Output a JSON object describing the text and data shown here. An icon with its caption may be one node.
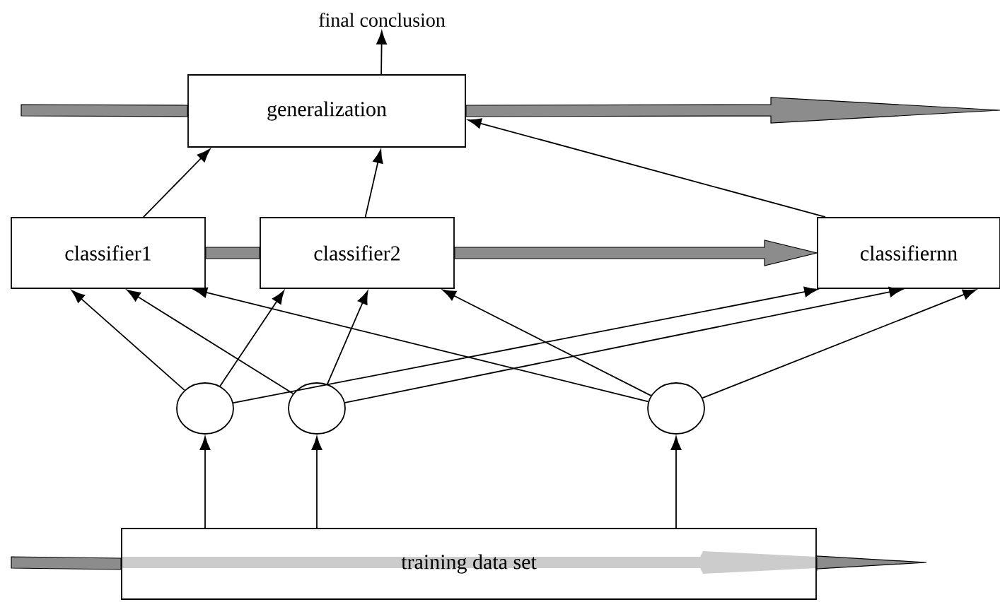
{
  "diagram": {
    "nodes": [
      {
        "text": [
          "generalization"
        ]
      },
      {
        "text": [
          "classifier1"
        ]
      },
      {
        "text": [
          "classifier2"
        ]
      },
      {
        "text": [
          "classifiernn"
        ]
      },
      {
        "text": [],
        "shape": "circle"
      },
      {
        "text": [],
        "shape": "circle"
      },
      {
        "text": [],
        "shape": "circle"
      },
      {
        "text": [
          "training data set"
        ]
      },
      {
        "text": [
          "final conclusion"
        ]
      }
    ],
    "edges": [
      {
        "from": 0,
        "to": 8,
        "arrow": "to"
      },
      {
        "from": 1,
        "to": 0,
        "arrow": "to"
      },
      {
        "from": 2,
        "to": 0,
        "arrow": "to"
      },
      {
        "from": 3,
        "to": 0,
        "arrow": "to"
      },
      {
        "from": 1,
        "to": 2,
        "arrow": "none",
        "style": "thick"
      },
      {
        "from": 2,
        "to": 3,
        "arrow": "to",
        "style": "thick"
      },
      {
        "from": 4,
        "to": 1,
        "arrow": "to"
      },
      {
        "from": 4,
        "to": 2,
        "arrow": "to"
      },
      {
        "from": 4,
        "to": 3,
        "arrow": "to"
      },
      {
        "from": 5,
        "to": 1,
        "arrow": "to"
      },
      {
        "from": 5,
        "to": 2,
        "arrow": "to"
      },
      {
        "from": 5,
        "to": 3,
        "arrow": "to"
      },
      {
        "from": 6,
        "to": 1,
        "arrow": "to"
      },
      {
        "from": 6,
        "to": 2,
        "arrow": "to"
      },
      {
        "from": 6,
        "to": 3,
        "arrow": "to"
      },
      {
        "from": 7,
        "to": 4,
        "arrow": "to"
      },
      {
        "from": 7,
        "to": 5,
        "arrow": "to"
      },
      {
        "from": 7,
        "to": 6,
        "arrow": "to"
      },
      {
        "from": null,
        "to": 0,
        "arrow": "none",
        "style": "thick"
      },
      {
        "from": 0,
        "to": null,
        "arrow": "to",
        "style": "thick"
      },
      {
        "from": null,
        "to": 7,
        "arrow": "none",
        "style": "thick"
      },
      {
        "from": 7,
        "to": null,
        "arrow": "to",
        "style": "thick"
      }
    ]
  }
}
